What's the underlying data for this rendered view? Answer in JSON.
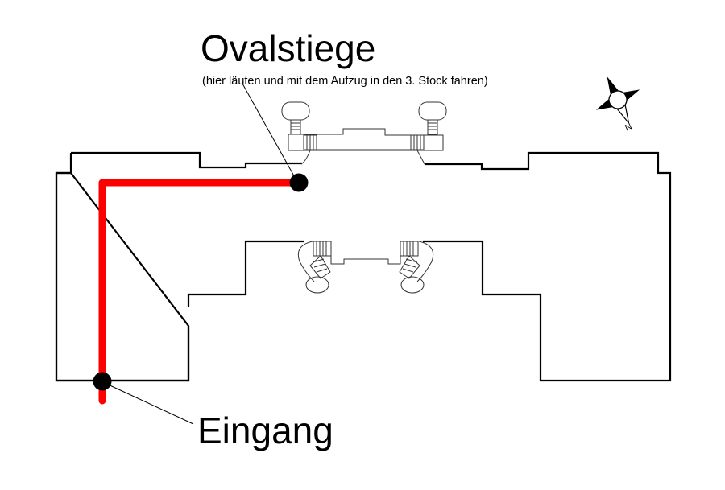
{
  "map": {
    "destination": {
      "title": "Ovalstiege",
      "note": "(hier läuten und mit dem Aufzug in den 3. Stock fahren)"
    },
    "entrance": {
      "label": "Eingang"
    },
    "compass": {
      "north_label": "N",
      "icon": "compass-rose-icon"
    },
    "route": {
      "color": "#ff0000",
      "marker_color": "#000000"
    },
    "outline_color": "#000000"
  }
}
